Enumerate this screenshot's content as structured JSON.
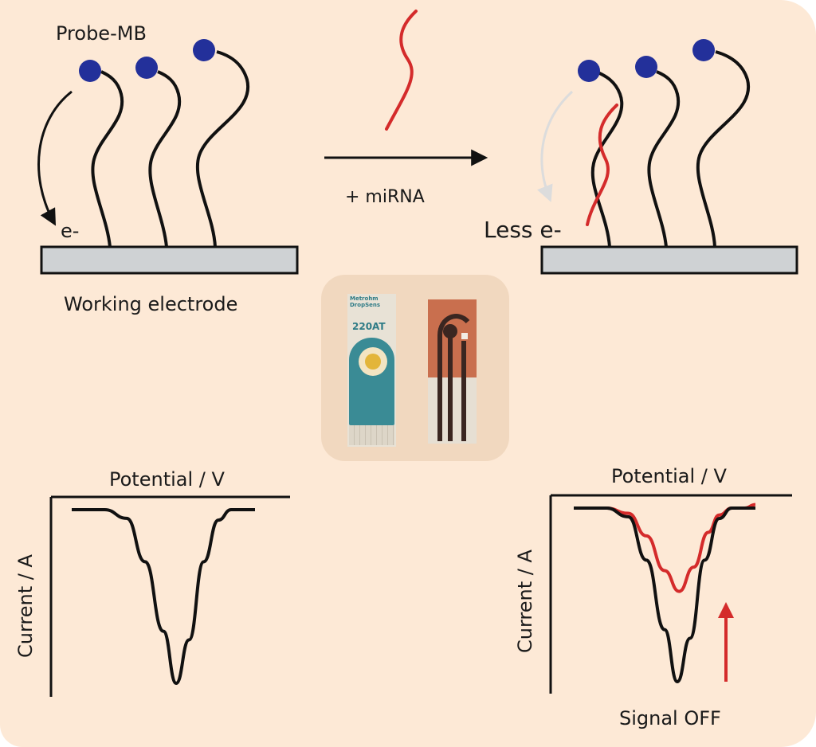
{
  "title": "Probe-MB electrochemical miRNA sensor (signal-off)",
  "colors": {
    "background": "#fde9d6",
    "redox_tag": "#23309a",
    "mirna": "#d42b2b",
    "electrode": "#cfd2d4",
    "strand": "#111111"
  },
  "left_scheme": {
    "probe_label": "Probe-MB",
    "electron_label": "e-",
    "electrode_label": "Working electrode",
    "arrow_icon": "curved-arrow-icon"
  },
  "reaction": {
    "label": "+ miRNA",
    "arrow_icon": "right-arrow-icon"
  },
  "right_scheme": {
    "electron_label": "Less e-",
    "arrow_icon": "faded-curved-arrow-icon"
  },
  "photo": {
    "brand_line1": "Metrohm",
    "brand_line2": "DropSens",
    "model": "220AT"
  },
  "chart_data": [
    {
      "type": "line",
      "title": "",
      "xlabel": "Potential / V",
      "ylabel": "Current / A",
      "grid": false,
      "legend": "none",
      "series": [
        {
          "name": "Probe-MB",
          "color": "#111111",
          "x": [
            0,
            0.18,
            0.3,
            0.4,
            0.5,
            0.57,
            0.64,
            0.72,
            0.8,
            0.87,
            0.94,
            1.0
          ],
          "y": [
            0,
            0,
            -0.05,
            -0.3,
            -0.7,
            -1.0,
            -0.75,
            -0.3,
            -0.06,
            0,
            0,
            0
          ]
        }
      ]
    },
    {
      "type": "line",
      "title": "",
      "xlabel": "Potential / V",
      "ylabel": "Current / A",
      "grid": false,
      "legend": "none",
      "annotation": "Signal OFF",
      "series": [
        {
          "name": "Probe-MB",
          "color": "#111111",
          "x": [
            0,
            0.18,
            0.3,
            0.4,
            0.5,
            0.57,
            0.64,
            0.72,
            0.8,
            0.87,
            0.94,
            1.0
          ],
          "y": [
            0,
            0,
            -0.05,
            -0.3,
            -0.7,
            -1.0,
            -0.75,
            -0.3,
            -0.06,
            0,
            0,
            0
          ]
        },
        {
          "name": "+ miRNA",
          "color": "#d42b2b",
          "x": [
            0,
            0.18,
            0.3,
            0.4,
            0.5,
            0.58,
            0.66,
            0.74,
            0.8,
            0.87,
            0.94,
            1.0
          ],
          "y": [
            0,
            0,
            -0.03,
            -0.16,
            -0.36,
            -0.48,
            -0.34,
            -0.14,
            -0.04,
            0,
            0,
            0.02
          ]
        }
      ]
    }
  ]
}
